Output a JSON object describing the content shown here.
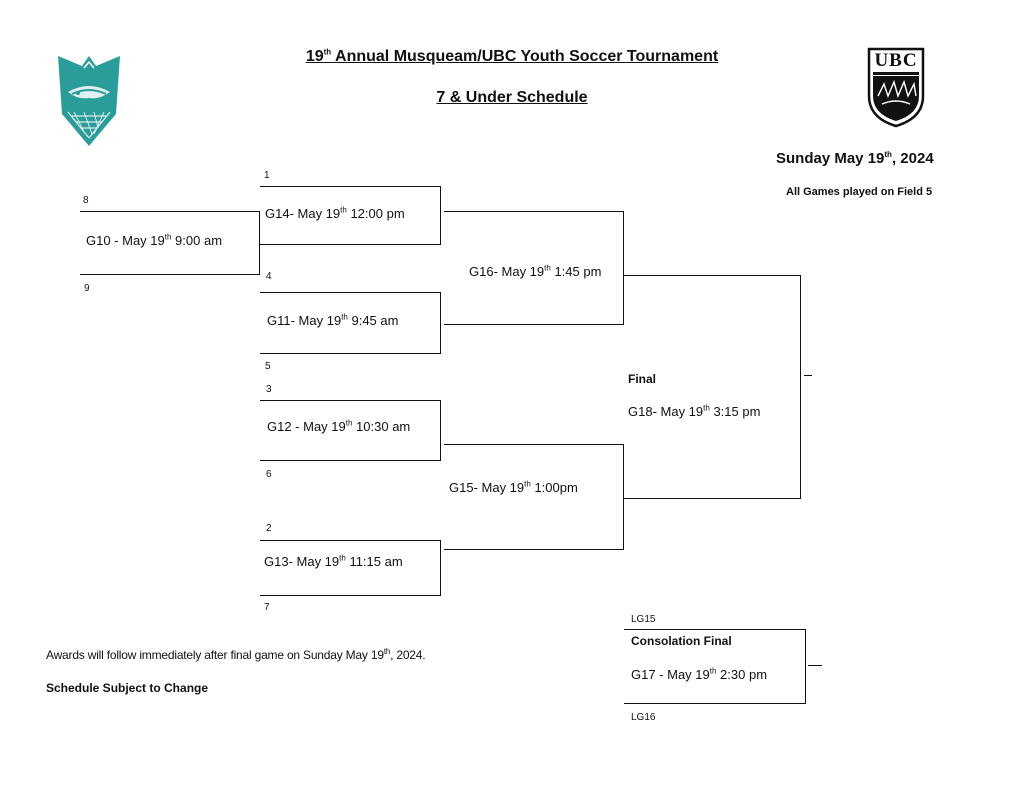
{
  "header": {
    "title_pre": "19",
    "title_sup": "th",
    "title_post": " Annual Musqueam/UBC Youth Soccer Tournament",
    "subtitle": "7 & Under Schedule",
    "date_pre": "Sunday May 19",
    "date_sup": "th",
    "date_post": ", 2024",
    "field_note": "All Games played on Field 5",
    "ubc_logo_text": "UBC"
  },
  "seeds": {
    "s1": "1",
    "s8": "8",
    "s9": "9",
    "s4": "4",
    "s5": "5",
    "s3": "3",
    "s6": "6",
    "s2": "2",
    "s7": "7",
    "lg15": "LG15",
    "lg16": "LG16"
  },
  "games": {
    "g10": {
      "pre": "G10 -  May 19",
      "sup": "th",
      "post": " 9:00 am"
    },
    "g14": {
      "pre": "G14-  May 19",
      "sup": "th",
      "post": "  12:00 pm"
    },
    "g11": {
      "pre": "G11-  May 19",
      "sup": "th",
      "post": " 9:45 am"
    },
    "g16": {
      "pre": "G16-  May 19",
      "sup": "th",
      "post": " 1:45 pm"
    },
    "g12": {
      "pre": "G12 -  May 19",
      "sup": "th",
      "post": "  10:30 am"
    },
    "g13": {
      "pre": "G13-  May 19",
      "sup": "th",
      "post": "  11:15 am"
    },
    "g15": {
      "pre": "G15-  May 19",
      "sup": "th",
      "post": " 1:00pm"
    },
    "g18": {
      "pre": "G18-  May 19",
      "sup": "th",
      "post": "  3:15  pm"
    },
    "g17": {
      "pre": "G17 -  May 19",
      "sup": "th",
      "post": " 2:30 pm"
    }
  },
  "labels": {
    "final": "Final",
    "consolation": "Consolation Final"
  },
  "footer": {
    "awards_pre": "Awards will follow immediately after final game on Sunday May 19",
    "awards_sup": "th",
    "awards_post": ", 2024.",
    "subject": "Schedule Subject to Change"
  },
  "colors": {
    "musqueam_teal": "#2a9d9b",
    "ubc_black": "#111111"
  }
}
